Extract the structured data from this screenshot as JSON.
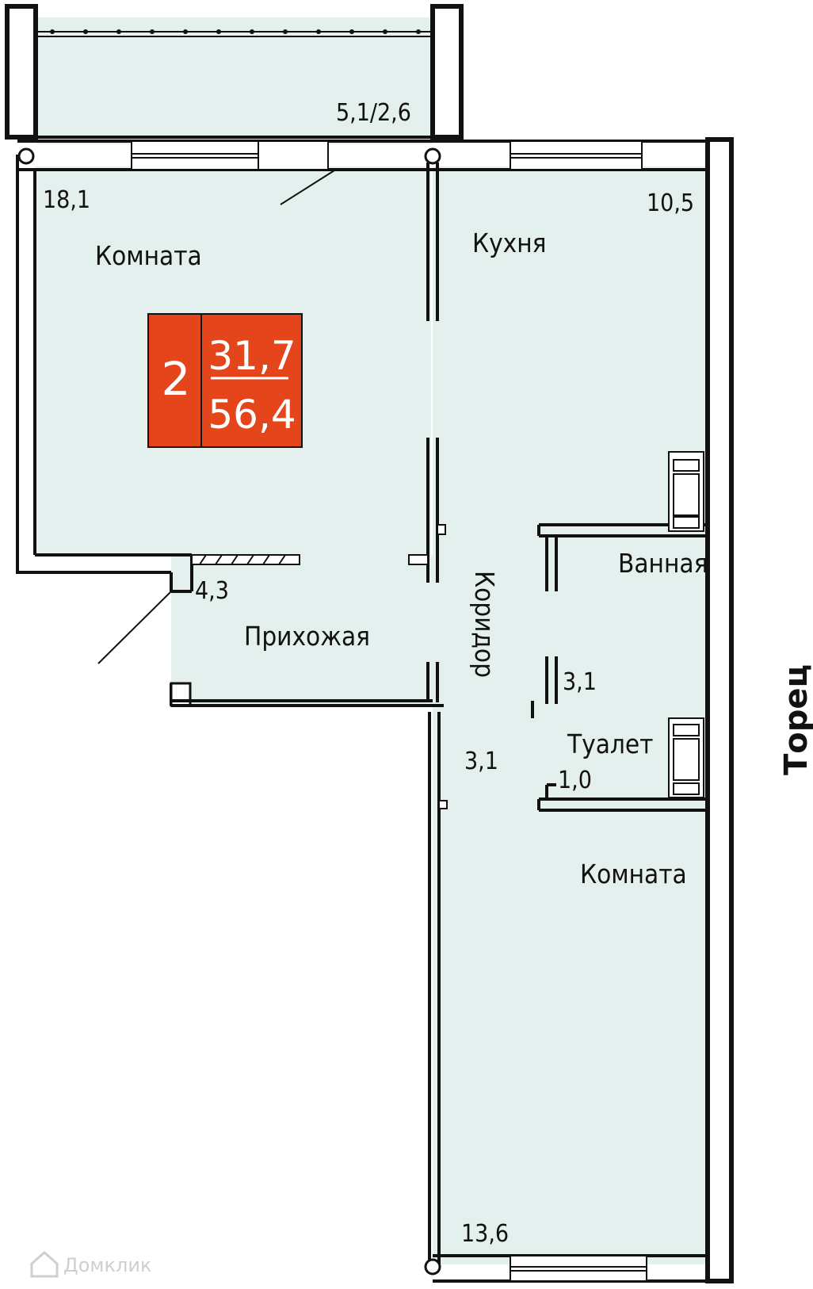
{
  "apartment": {
    "rooms_count": "2",
    "living_area": "31,7",
    "total_area": "56,4",
    "badge_color": "#e5451a"
  },
  "rooms": {
    "room1": {
      "label": "Комната",
      "area": "18,1"
    },
    "kitchen": {
      "label": "Кухня",
      "area": "10,5"
    },
    "balcony": {
      "area": "5,1/2,6"
    },
    "hallway": {
      "label": "Прихожая",
      "area": "4,3"
    },
    "corridor": {
      "label": "Коридор",
      "area": "3,1"
    },
    "bathroom": {
      "label": "Ванная",
      "area": "3,1"
    },
    "toilet": {
      "label": "Туалет",
      "area": "1,0"
    },
    "room2": {
      "label": "Комната",
      "area": "13,6"
    }
  },
  "facade_label": "Торец",
  "watermark": "Домклик"
}
